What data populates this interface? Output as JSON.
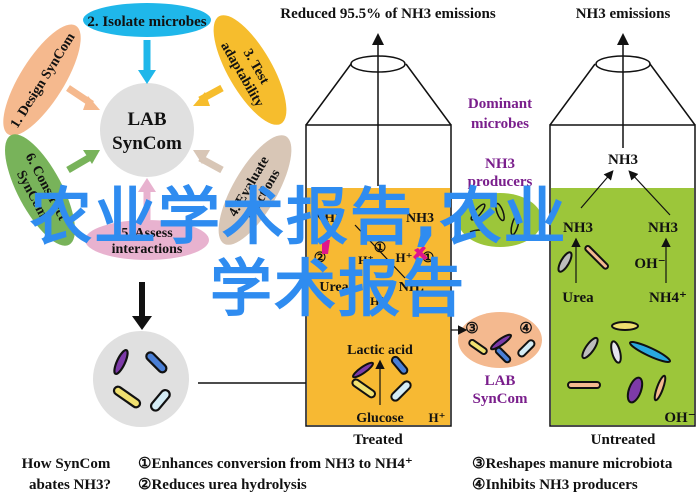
{
  "workflow": {
    "center": {
      "line1": "LAB",
      "line2": "SynCom"
    },
    "steps": [
      {
        "label": "1. Design SynCom",
        "color": "#f5b98e"
      },
      {
        "label": "2. Isolate microbes",
        "color": "#1fb7ea"
      },
      {
        "label_line1": "3. Test",
        "label_line2": "adaptability",
        "color": "#f6bd2d"
      },
      {
        "label_line1": "4. Evaluate",
        "label_line2": "functions",
        "color": "#d8c6b6"
      },
      {
        "label_line1": "5. Assess",
        "label_line2": "interactions",
        "color": "#e8b2cf"
      },
      {
        "label_line1": "6. Construct",
        "label_line2": "SynCom",
        "color": "#78b35a"
      }
    ]
  },
  "treated": {
    "title": "Reduced 95.5% of NH3 emissions",
    "label": "Treated",
    "fill": "#f7b933",
    "texts": {
      "nh3_left": "NH3",
      "nh3_right": "NH3",
      "circle1_top": "①",
      "circle2": "②",
      "circle1_right": "①",
      "h_plus_mid": "H⁺",
      "h_plus_right": "H⁺",
      "urea": "Urea",
      "nh4": "NH₄⁺",
      "h_plus_low": "H⁺",
      "lactic_acid": "Lactic acid",
      "glucose": "Glucose",
      "h_plus_bottom": "H⁺"
    }
  },
  "middle": {
    "dominant_line1": "Dominant",
    "dominant_line2": "microbes",
    "producers_line1": "NH3",
    "producers_line2": "producers",
    "lab_circle3": "③",
    "lab_circle4": "④",
    "lab_line1": "LAB",
    "lab_line2": "SynCom"
  },
  "untreated": {
    "title": "NH3 emissions",
    "label": "Untreated",
    "fill": "#9cc63a",
    "texts": {
      "nh3_top": "NH3",
      "nh3_left": "NH3",
      "nh3_right": "NH3",
      "oh_mid": "OH⁻",
      "urea": "Urea",
      "nh4": "NH4⁺",
      "oh_bottom": "OH⁻"
    }
  },
  "footer": {
    "question_line1": "How SynCom",
    "question_line2": "abates NH3?",
    "items": [
      "①Enhances conversion from NH3 to NH4⁺",
      "②Reduces urea hydrolysis",
      "③Reshapes manure microbiota",
      "④Inhibits NH3 producers"
    ]
  },
  "watermark": {
    "line1": "农业学术报告,农业",
    "line2": "学术报告",
    "color": "#2f8cf0"
  }
}
